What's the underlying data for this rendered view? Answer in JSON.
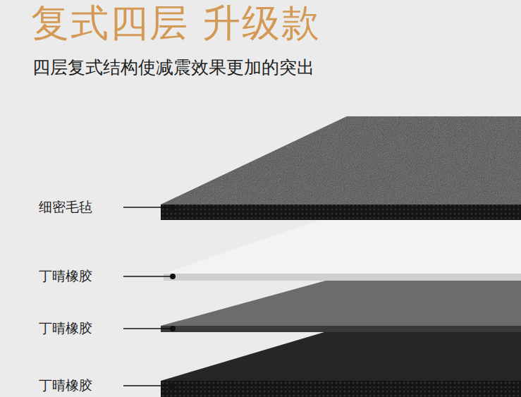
{
  "diagram": {
    "title": "复式四层 升级款",
    "labels": [
      "四层复式结构使减震效果更加的突出",
      "细密毛毡",
      "丁晴橡胶",
      "丁晴橡胶",
      "丁晴橡胶"
    ]
  }
}
